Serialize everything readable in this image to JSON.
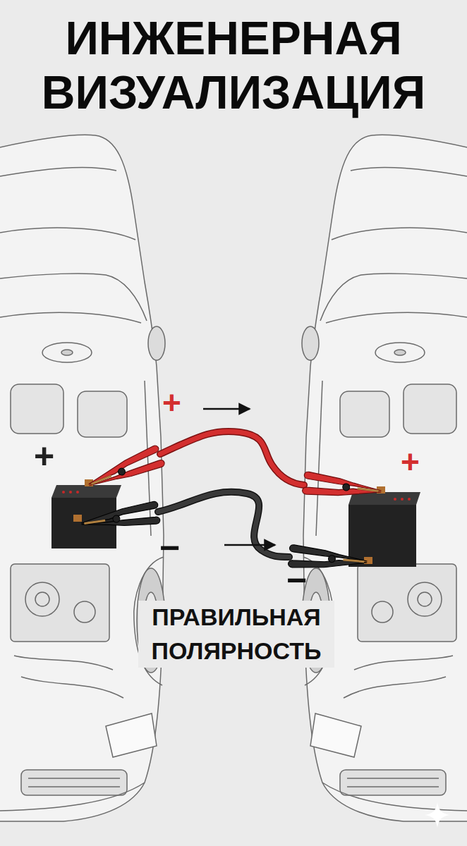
{
  "diagram": {
    "title": "ИНЖЕНЕРНАЯ ВИЗУАЛИЗАЦИЯ",
    "caption": "ПРАВИЛЬНАЯ ПОЛЯРНОСТЬ",
    "labels": [
      "+",
      "+",
      "+",
      "−",
      "−"
    ]
  }
}
